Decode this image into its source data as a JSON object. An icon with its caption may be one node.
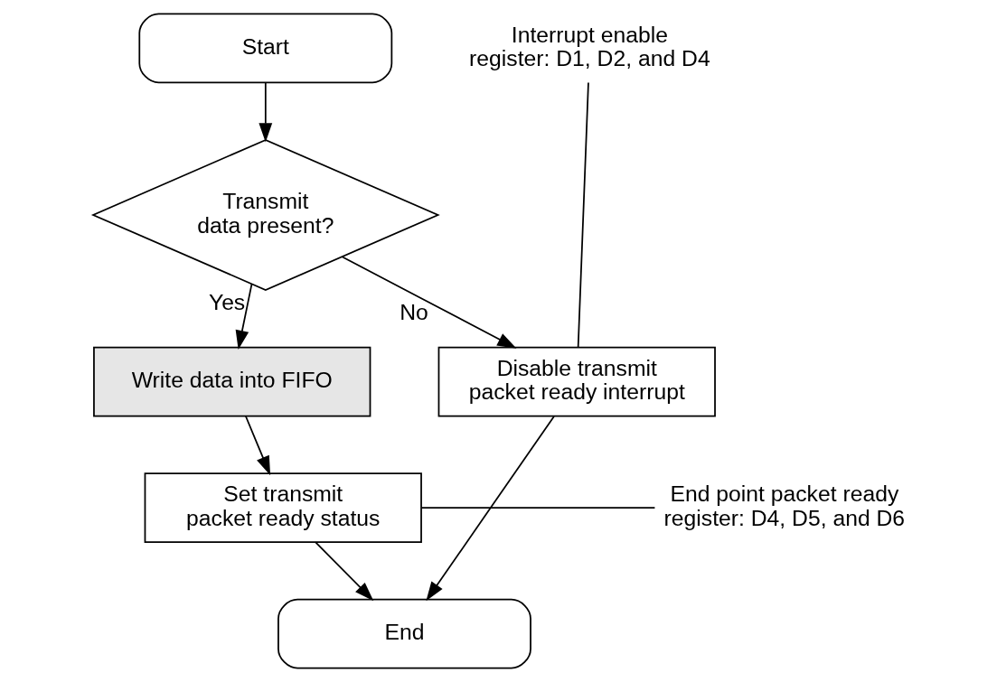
{
  "diagram": {
    "nodes": [
      {
        "text": [
          "Start"
        ]
      },
      {
        "text": [
          "Transmit data present?"
        ]
      },
      {
        "text": [
          "Write data into FIFO"
        ]
      },
      {
        "text": [
          "Disable transmit packet ready interrupt"
        ]
      },
      {
        "text": [
          "Set transmit packet ready status"
        ]
      },
      {
        "text": [
          "End point packet ready register: D4, D5, and D6"
        ]
      },
      {
        "text": [
          "Interrupt enable register: D1, D2, and D4"
        ]
      },
      {
        "text": [
          "End"
        ]
      }
    ],
    "edges": [
      {
        "from": 0,
        "to": 1,
        "arrow": "to"
      },
      {
        "from": 1,
        "to": 2,
        "arrow": "to",
        "label": "Yes"
      },
      {
        "from": 1,
        "to": 3,
        "arrow": "to",
        "label": "No"
      },
      {
        "from": 2,
        "to": 4,
        "arrow": "to"
      },
      {
        "from": 4,
        "to": 7,
        "arrow": "to"
      },
      {
        "from": 3,
        "to": 7,
        "arrow": "to"
      },
      {
        "from": 5,
        "to": 4,
        "arrow": "none"
      },
      {
        "from": 6,
        "to": 3,
        "arrow": "none"
      }
    ]
  }
}
